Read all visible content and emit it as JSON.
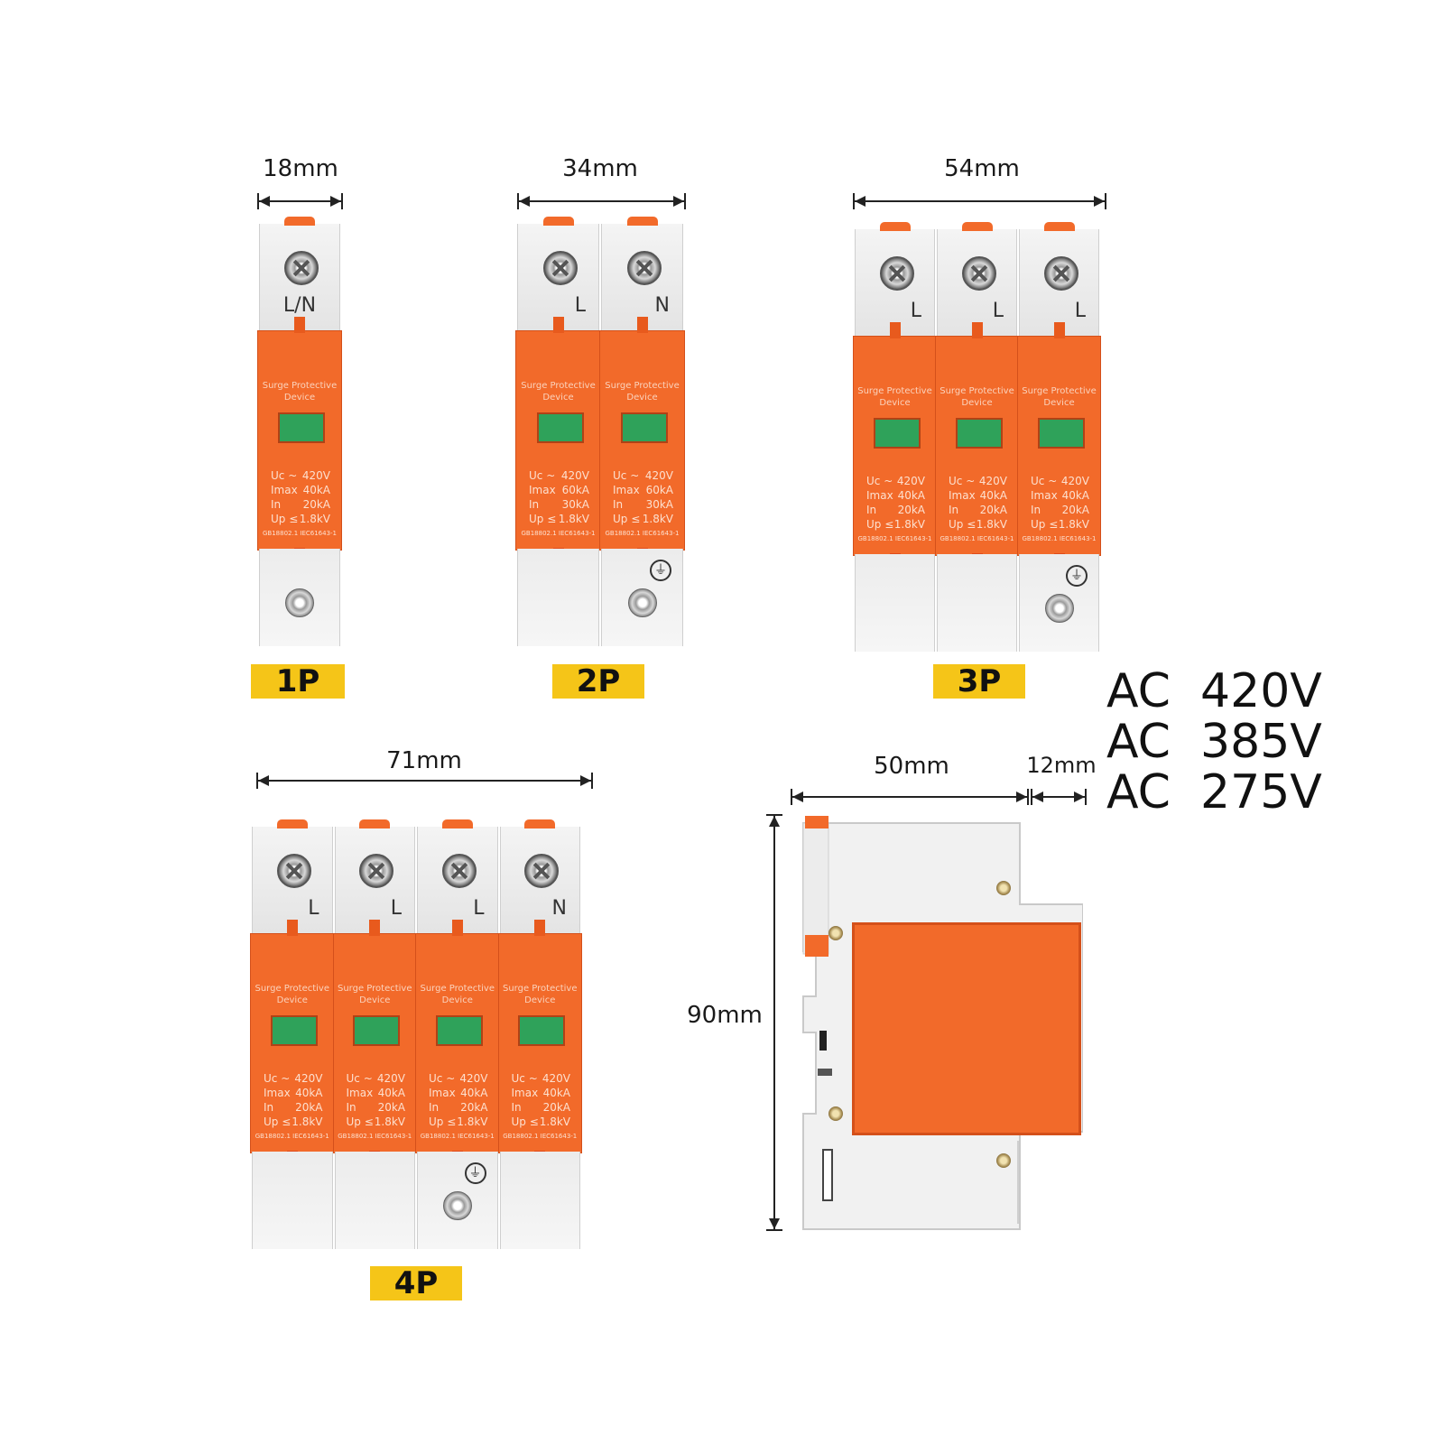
{
  "dimensions": {
    "one_pole_width": "18mm",
    "two_pole_width": "34mm",
    "three_pole_width": "54mm",
    "four_pole_width": "71mm",
    "side_depth": "50mm",
    "side_extra": "12mm",
    "side_height": "90mm"
  },
  "variants": {
    "one_pole": "1P",
    "two_pole": "2P",
    "three_pole": "3P",
    "four_pole": "4P"
  },
  "voltages": [
    "AC  420V",
    "AC  385V",
    "AC  275V"
  ],
  "module": {
    "title_line1": "Surge Protective",
    "title_line2": "Device",
    "uc_label": "Uc ~",
    "imax_label": "Imax",
    "in_label": "In",
    "up_label": "Up ≤",
    "standard": "GB18802.1 IEC61643-1"
  },
  "one_pole_module": {
    "pole": "L/N",
    "uc": "420V",
    "imax": "40kA",
    "in": "20kA",
    "up": "1.8kV"
  },
  "two_pole_modules": [
    {
      "pole": "L",
      "uc": "420V",
      "imax": "60kA",
      "in": "30kA",
      "up": "1.8kV"
    },
    {
      "pole": "N",
      "uc": "420V",
      "imax": "60kA",
      "in": "30kA",
      "up": "1.8kV"
    }
  ],
  "three_pole_modules": [
    {
      "pole": "L",
      "uc": "420V",
      "imax": "40kA",
      "in": "20kA",
      "up": "1.8kV"
    },
    {
      "pole": "L",
      "uc": "420V",
      "imax": "40kA",
      "in": "20kA",
      "up": "1.8kV"
    },
    {
      "pole": "L",
      "uc": "420V",
      "imax": "40kA",
      "in": "20kA",
      "up": "1.8kV"
    }
  ],
  "four_pole_modules": [
    {
      "pole": "L",
      "uc": "420V",
      "imax": "40kA",
      "in": "20kA",
      "up": "1.8kV"
    },
    {
      "pole": "L",
      "uc": "420V",
      "imax": "40kA",
      "in": "20kA",
      "up": "1.8kV"
    },
    {
      "pole": "L",
      "uc": "420V",
      "imax": "40kA",
      "in": "20kA",
      "up": "1.8kV"
    },
    {
      "pole": "N",
      "uc": "420V",
      "imax": "40kA",
      "in": "20kA",
      "up": "1.8kV"
    }
  ],
  "ground_symbol": "⏚",
  "colors": {
    "body_orange": "#f26a2a",
    "indicator_green": "#2fa25a",
    "tag_yellow": "#f5c518"
  }
}
